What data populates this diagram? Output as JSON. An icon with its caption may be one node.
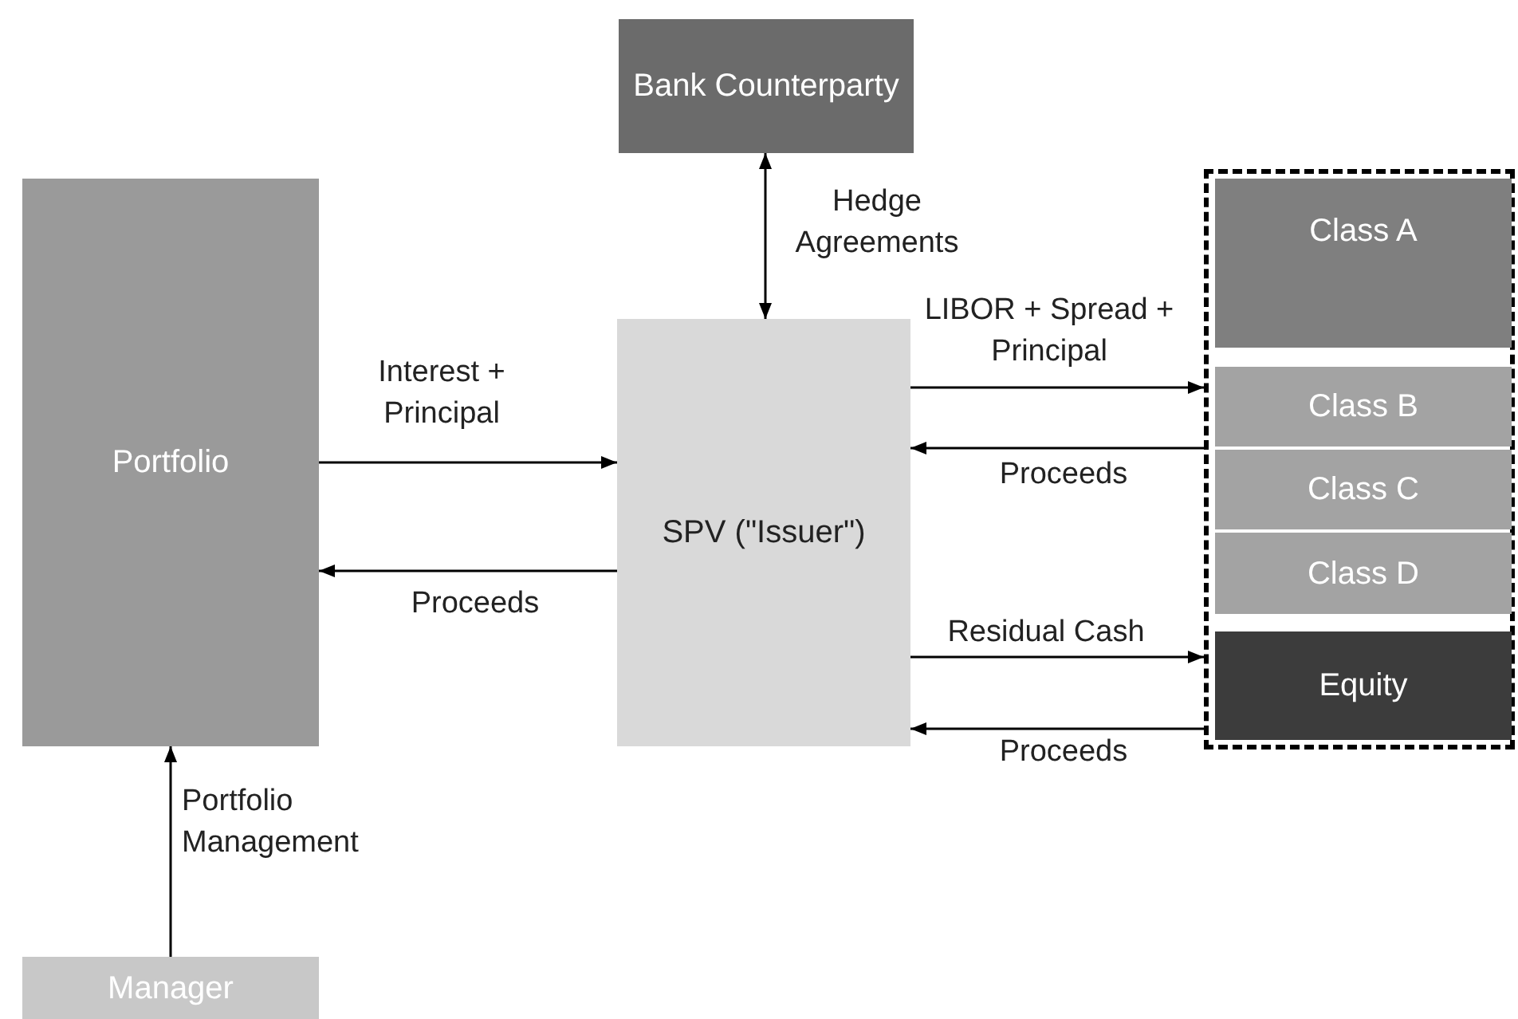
{
  "diagram": {
    "nodes": [
      {
        "text": [
          "Bank Counterparty"
        ]
      },
      {
        "text": [
          "Portfolio"
        ]
      },
      {
        "text": [
          "SPV (\"Issuer\")"
        ]
      },
      {
        "text": [],
        "shape": "box"
      },
      {
        "text": [
          "Class A"
        ],
        "in": 3
      },
      {
        "text": [
          "Class B"
        ],
        "in": 3
      },
      {
        "text": [
          "Class C"
        ],
        "in": 3
      },
      {
        "text": [
          "Class D"
        ],
        "in": 3
      },
      {
        "text": [
          "Equity"
        ],
        "in": 3
      },
      {
        "text": [
          "Manager"
        ]
      }
    ],
    "edges": [
      {
        "from": 0,
        "to": 2,
        "arrow": "both",
        "label": "Hedge Agreements"
      },
      {
        "from": 1,
        "to": 2,
        "arrow": "to",
        "label": "Interest + Principal"
      },
      {
        "from": 2,
        "to": 1,
        "arrow": "to",
        "label": "Proceeds"
      },
      {
        "from": 2,
        "to": 3,
        "arrow": "to",
        "label": "LIBOR + Spread + Principal"
      },
      {
        "from": 3,
        "to": 2,
        "arrow": "to",
        "label": "Proceeds"
      },
      {
        "from": 2,
        "to": 3,
        "arrow": "to",
        "label": "Residual Cash"
      },
      {
        "from": 3,
        "to": 2,
        "arrow": "to",
        "label": "Proceeds"
      },
      {
        "from": 9,
        "to": 1,
        "arrow": "to",
        "label": "Portfolio Management"
      }
    ]
  }
}
